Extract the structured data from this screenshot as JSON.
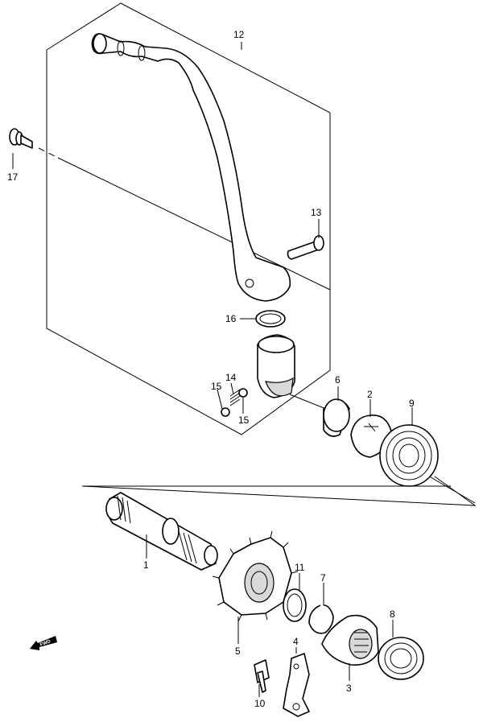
{
  "fwd_label": "FWD",
  "callouts": [
    {
      "name": "callout-12",
      "text": "12"
    },
    {
      "name": "callout-17",
      "text": "17"
    },
    {
      "name": "callout-13",
      "text": "13"
    },
    {
      "name": "callout-16",
      "text": "16"
    },
    {
      "name": "callout-14",
      "text": "14"
    },
    {
      "name": "callout-15a",
      "text": "15"
    },
    {
      "name": "callout-15b",
      "text": "15"
    },
    {
      "name": "callout-6",
      "text": "6"
    },
    {
      "name": "callout-2",
      "text": "2"
    },
    {
      "name": "callout-9",
      "text": "9"
    },
    {
      "name": "callout-1",
      "text": "1"
    },
    {
      "name": "callout-11",
      "text": "11"
    },
    {
      "name": "callout-7",
      "text": "7"
    },
    {
      "name": "callout-5",
      "text": "5"
    },
    {
      "name": "callout-4",
      "text": "4"
    },
    {
      "name": "callout-8",
      "text": "8"
    },
    {
      "name": "callout-3",
      "text": "3"
    },
    {
      "name": "callout-10",
      "text": "10"
    }
  ]
}
